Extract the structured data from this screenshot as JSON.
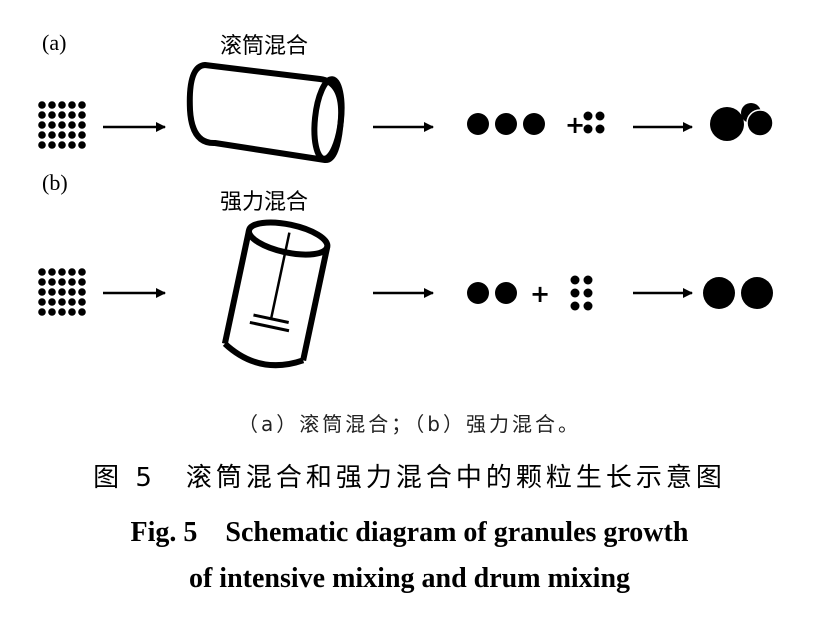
{
  "figure": {
    "panel_a": {
      "label": "(a)",
      "title": "滚筒混合"
    },
    "panel_b": {
      "label": "(b)",
      "title": "强力混合"
    },
    "plus_sign": "+"
  },
  "captions": {
    "sub": "（a）滚筒混合；（b）强力混合。",
    "fig_cn": "图 5　滚筒混合和强力混合中的颗粒生长示意图",
    "fig_en_line1": "Fig. 5　Schematic diagram of granules growth",
    "fig_en_line2": "of intensive mixing and drum mixing"
  },
  "icons": {
    "powder": "dot-grid-icon",
    "arrow": "right-arrow-icon",
    "drum": "drum-mixer-icon",
    "intensive": "intensive-mixer-icon"
  },
  "colors": {
    "ink": "#000000",
    "background": "#ffffff"
  }
}
